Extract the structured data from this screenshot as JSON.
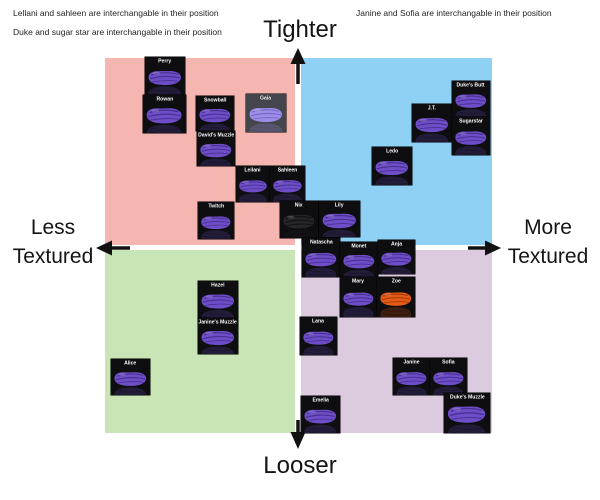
{
  "annotations": {
    "top_left_line1": "Lellani and sahleen are interchangable in their position",
    "top_left_line2": "Duke and sugar star are interchangable in their position",
    "top_right": "Janine and Sofia are interchangable in their position"
  },
  "axis_display": {
    "left_line1": "Less",
    "left_line2": "Textured",
    "right_line1": "More",
    "right_line2": "Textured"
  },
  "chart_data": {
    "type": "scatter",
    "x_axis": {
      "label_left": "Less Textured",
      "label_right": "More Textured",
      "range": [
        -1,
        1
      ]
    },
    "y_axis": {
      "label_top": "Tighter",
      "label_bottom": "Looser",
      "range": [
        -1,
        1
      ]
    },
    "legend": "none",
    "grid": "off",
    "quadrant_colors": {
      "top_left": "#f5b6b1",
      "top_right": "#8ed1f4",
      "bottom_left": "#c9e5b5",
      "bottom_right": "#dccadf"
    },
    "item_colors": {
      "purple": {
        "fill": "#6e4ec8",
        "ridge": "#47318f"
      },
      "light": {
        "fill": "#9c8ee8",
        "ridge": "#7667c5"
      },
      "black": {
        "fill": "#26262a",
        "ridge": "#101013"
      },
      "orange": {
        "fill": "#e55a14",
        "ridge": "#a33a0a"
      }
    },
    "points": [
      {
        "label": "Perry",
        "x": -0.69,
        "y": 0.92,
        "px": [
          145,
          57,
          40,
          38
        ],
        "variant": "purple"
      },
      {
        "label": "Rowan",
        "x": -0.69,
        "y": 0.71,
        "px": [
          143,
          95,
          43,
          38
        ],
        "variant": "purple"
      },
      {
        "label": "Snowball",
        "x": -0.43,
        "y": 0.72,
        "px": [
          196,
          96,
          38,
          35
        ],
        "variant": "purple"
      },
      {
        "label": "Gaia",
        "x": -0.17,
        "y": 0.72,
        "px": [
          246,
          94,
          40,
          38
        ],
        "variant": "light",
        "bg": "#45454e"
      },
      {
        "label": "David's Muzzle",
        "x": -0.42,
        "y": 0.54,
        "px": [
          197,
          131,
          38,
          35
        ],
        "variant": "purple"
      },
      {
        "label": "Leilani",
        "x": -0.23,
        "y": 0.34,
        "px": [
          236,
          166,
          34,
          36
        ],
        "variant": "purple"
      },
      {
        "label": "Sahleen",
        "x": -0.05,
        "y": 0.34,
        "px": [
          270,
          166,
          35,
          36
        ],
        "variant": "purple"
      },
      {
        "label": "Twitch",
        "x": -0.43,
        "y": 0.15,
        "px": [
          198,
          202,
          36,
          37
        ],
        "variant": "purple"
      },
      {
        "label": "Nix",
        "x": 0.0,
        "y": 0.15,
        "px": [
          280,
          201,
          38,
          37
        ],
        "variant": "black"
      },
      {
        "label": "Lily",
        "x": 0.22,
        "y": 0.15,
        "px": [
          319,
          201,
          41,
          36
        ],
        "variant": "purple"
      },
      {
        "label": "Natascha",
        "x": 0.12,
        "y": -0.05,
        "px": [
          302,
          238,
          38,
          39
        ],
        "variant": "purple"
      },
      {
        "label": "Monet",
        "x": 0.31,
        "y": -0.07,
        "px": [
          340,
          242,
          38,
          35
        ],
        "variant": "purple"
      },
      {
        "label": "Anja",
        "x": 0.51,
        "y": -0.04,
        "px": [
          378,
          240,
          37,
          34
        ],
        "variant": "purple"
      },
      {
        "label": "Mary",
        "x": 0.31,
        "y": -0.27,
        "px": [
          340,
          277,
          37,
          40
        ],
        "variant": "purple"
      },
      {
        "label": "Zoe",
        "x": 0.51,
        "y": -0.27,
        "px": [
          377,
          277,
          38,
          40
        ],
        "variant": "orange"
      },
      {
        "label": "Lana",
        "x": 0.1,
        "y": -0.47,
        "px": [
          300,
          317,
          37,
          38
        ],
        "variant": "purple"
      },
      {
        "label": "Hazel",
        "x": -0.42,
        "y": -0.28,
        "px": [
          198,
          281,
          40,
          37
        ],
        "variant": "purple"
      },
      {
        "label": "Janine's Muzzle",
        "x": -0.42,
        "y": -0.47,
        "px": [
          198,
          318,
          40,
          36
        ],
        "variant": "purple"
      },
      {
        "label": "Alice",
        "x": -0.87,
        "y": -0.69,
        "px": [
          111,
          359,
          39,
          36
        ],
        "variant": "purple"
      },
      {
        "label": "Janine",
        "x": 0.59,
        "y": -0.69,
        "px": [
          393,
          358,
          37,
          37
        ],
        "variant": "purple"
      },
      {
        "label": "Sofia",
        "x": 0.78,
        "y": -0.69,
        "px": [
          430,
          358,
          37,
          37
        ],
        "variant": "purple"
      },
      {
        "label": "Emelia",
        "x": 0.12,
        "y": -0.9,
        "px": [
          301,
          396,
          39,
          37
        ],
        "variant": "purple"
      },
      {
        "label": "Duke's Muzzle",
        "x": 0.88,
        "y": -0.88,
        "px": [
          444,
          393,
          46,
          40
        ],
        "variant": "purple"
      },
      {
        "label": "J.T.",
        "x": 0.69,
        "y": 0.67,
        "px": [
          412,
          104,
          40,
          38
        ],
        "variant": "purple"
      },
      {
        "label": "Duke's Butt",
        "x": 0.9,
        "y": 0.79,
        "px": [
          452,
          81,
          38,
          36
        ],
        "variant": "purple"
      },
      {
        "label": "Sugarstar",
        "x": 0.9,
        "y": 0.6,
        "px": [
          452,
          117,
          38,
          38
        ],
        "variant": "purple"
      },
      {
        "label": "Ledo",
        "x": 0.49,
        "y": 0.44,
        "px": [
          372,
          147,
          40,
          38
        ],
        "variant": "purple"
      }
    ]
  }
}
